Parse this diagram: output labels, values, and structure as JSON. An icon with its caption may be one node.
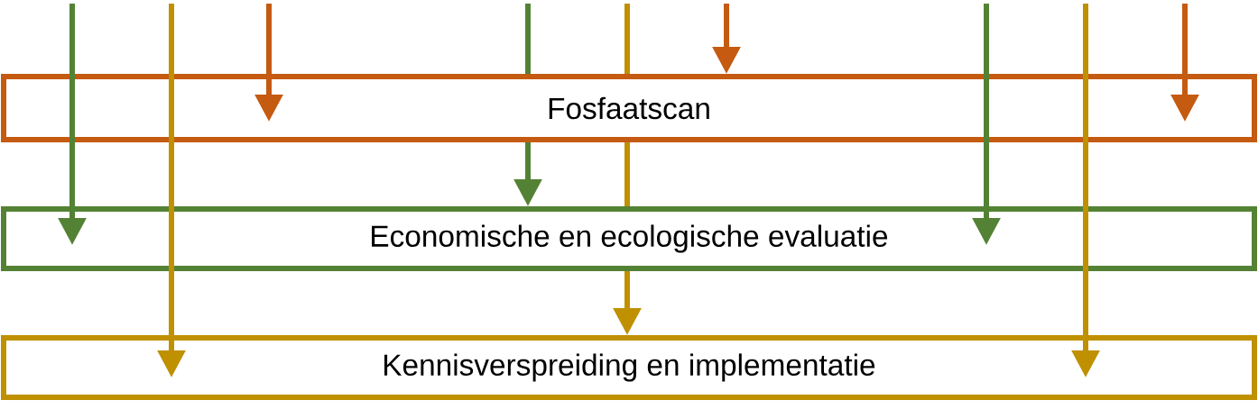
{
  "diagram": {
    "nodes": [
      {
        "text": [
          "Fosfaatscan"
        ]
      },
      {
        "text": [
          "Economische en ecologische evaluatie"
        ]
      },
      {
        "text": [
          "Kennisverspreiding en implementatie"
        ]
      }
    ],
    "edges": [
      {
        "from": null,
        "to": 1,
        "arrow": "to",
        "color": "#548235"
      },
      {
        "from": null,
        "to": 2,
        "arrow": "to",
        "color": "#bf9000"
      },
      {
        "from": null,
        "to": 0,
        "arrow": "to",
        "color": "#c55a11"
      },
      {
        "from": null,
        "to": 1,
        "arrow": "to",
        "color": "#548235"
      },
      {
        "from": null,
        "to": 2,
        "arrow": "to",
        "color": "#bf9000"
      },
      {
        "from": null,
        "to": 0,
        "arrow": "to",
        "color": "#c55a11"
      },
      {
        "from": null,
        "to": 1,
        "arrow": "to",
        "color": "#548235"
      },
      {
        "from": null,
        "to": 2,
        "arrow": "to",
        "color": "#bf9000"
      },
      {
        "from": null,
        "to": 0,
        "arrow": "to",
        "color": "#c55a11"
      }
    ]
  }
}
